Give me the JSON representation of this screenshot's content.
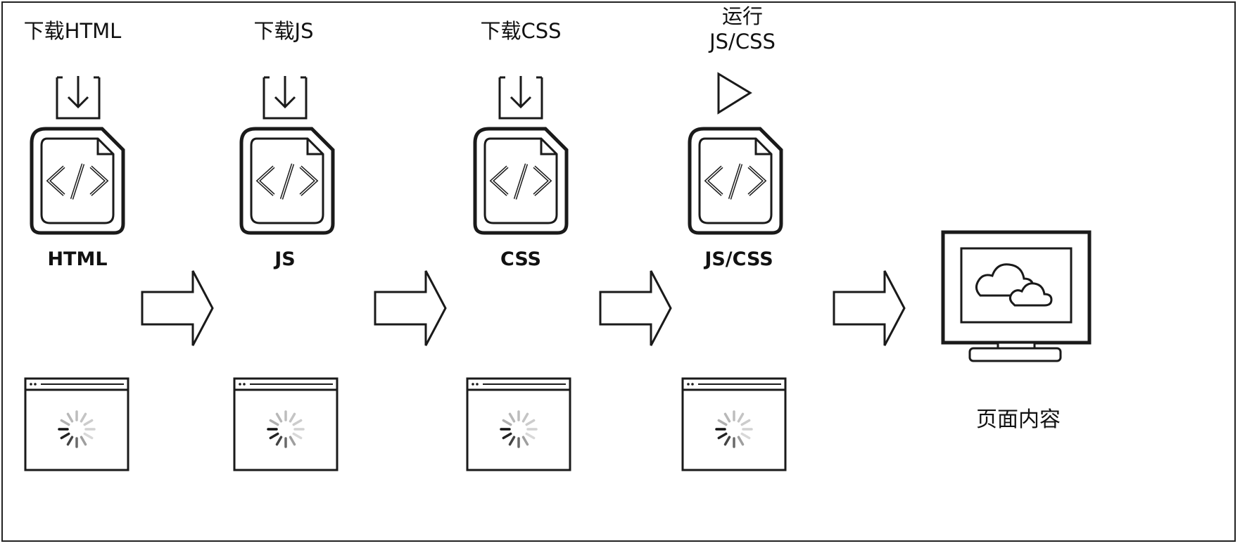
{
  "steps": [
    {
      "action_label": "下载HTML",
      "resource_label": "HTML",
      "action_icon": "download-icon",
      "file_icon": "code-file-icon"
    },
    {
      "action_label": "下载JS",
      "resource_label": "JS",
      "action_icon": "download-icon",
      "file_icon": "code-file-icon"
    },
    {
      "action_label": "下载CSS",
      "resource_label": "CSS",
      "action_icon": "download-icon",
      "file_icon": "code-file-icon"
    },
    {
      "action_label_line1": "运行",
      "action_label_line2": "JS/CSS",
      "resource_label": "JS/CSS",
      "action_icon": "play-icon",
      "file_icon": "code-file-icon"
    }
  ],
  "final": {
    "label": "页面内容",
    "icon": "monitor-cloud-icon"
  },
  "colors": {
    "stroke": "#1a1a1a",
    "background": "#ffffff"
  }
}
